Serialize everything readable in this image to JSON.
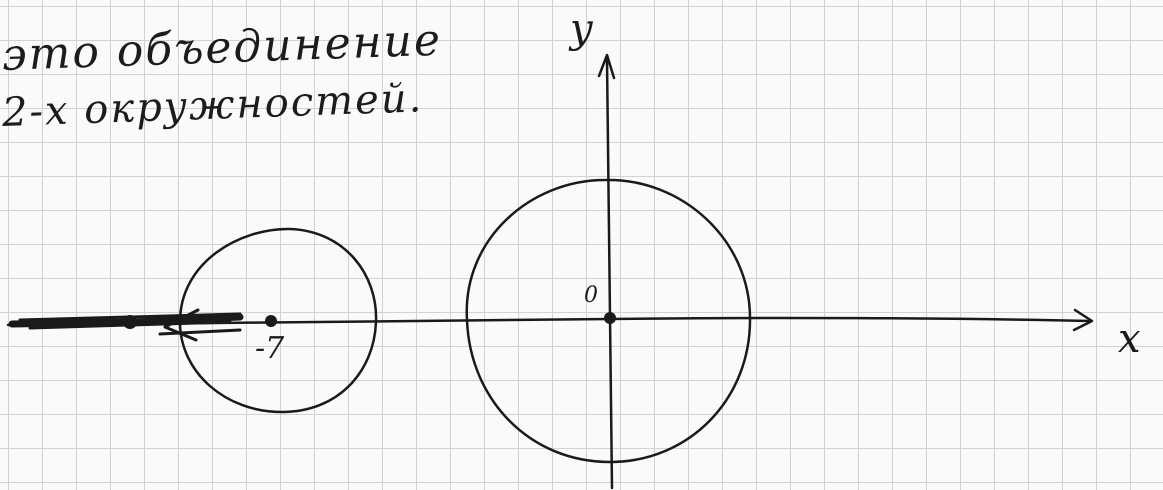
{
  "note": {
    "line1": "это объединение",
    "line2": "2-х окружностей."
  },
  "axes": {
    "x_label": "x",
    "y_label": "y",
    "origin_label": "0"
  },
  "marks": {
    "left_center_label": "-7"
  },
  "colors": {
    "ink": "#1a1a1a",
    "grid": "#d2d2d2",
    "paper": "#fafafa"
  }
}
